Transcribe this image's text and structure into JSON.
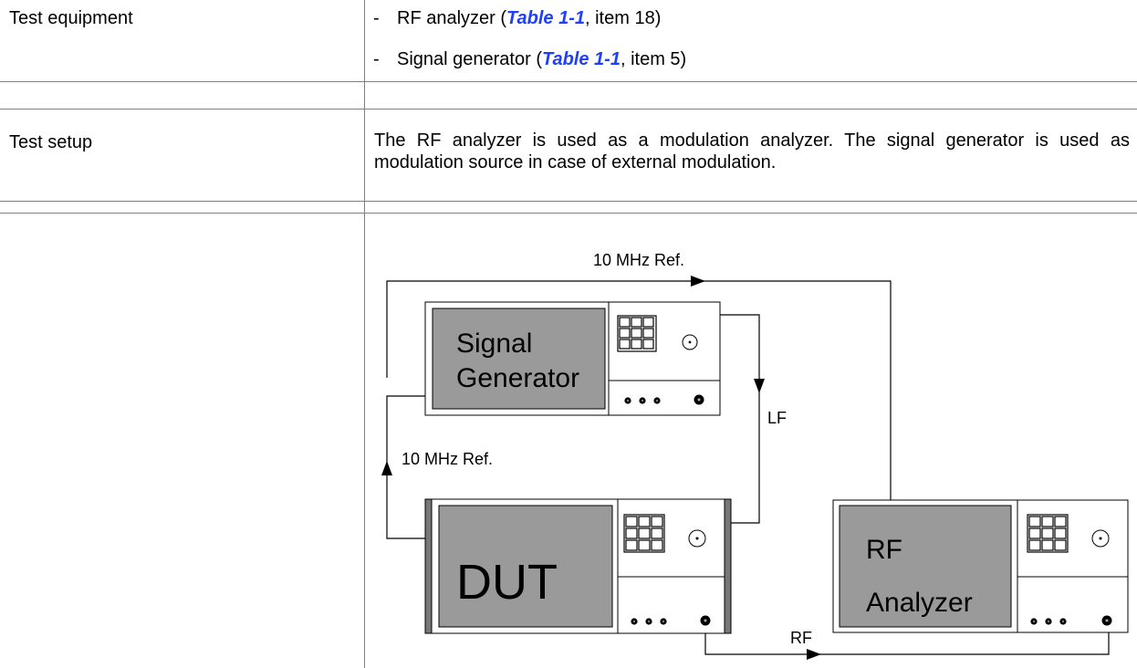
{
  "rows": {
    "test_equipment": {
      "label": "Test equipment",
      "items": [
        {
          "dash": "-",
          "before": "RF analyzer (",
          "ref": "Table 1-1",
          "after": ", item 18)"
        },
        {
          "dash": "-",
          "before": "Signal generator (",
          "ref": "Table 1-1",
          "after": ", item 5)"
        }
      ]
    },
    "test_setup": {
      "label": "Test setup",
      "text": "The RF analyzer is used as a modulation analyzer. The signal generator is used as modulation source in case of external modulation."
    }
  },
  "diagram": {
    "signal_generator": [
      "Signal",
      "Generator"
    ],
    "dut": "DUT",
    "rf_analyzer": [
      "RF",
      "Analyzer"
    ],
    "labels": {
      "ref_top": "10 MHz Ref.",
      "ref_left": "10 MHz Ref.",
      "lf": "LF",
      "rf": "RF"
    }
  },
  "colors": {
    "link": "#1f3fff",
    "instrument_screen": "#9a9a9a",
    "rule": "#7f7f7f"
  }
}
